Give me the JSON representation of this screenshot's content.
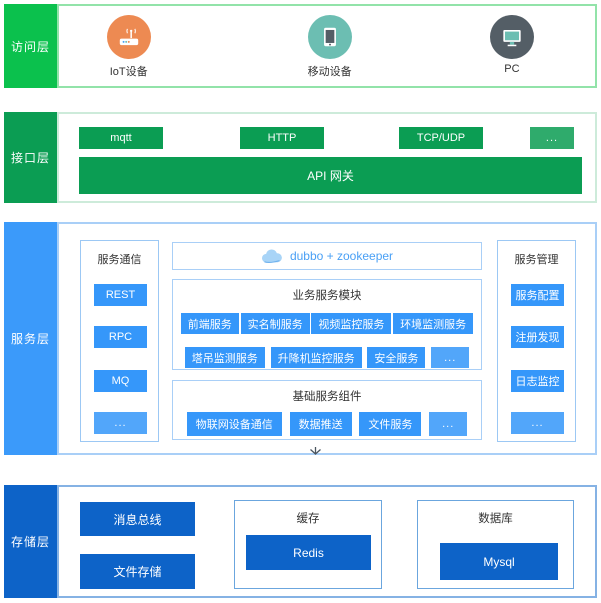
{
  "access": {
    "label": "访问层",
    "devices": [
      {
        "name": "IoT设备"
      },
      {
        "name": "移动设备"
      },
      {
        "name": "PC"
      }
    ]
  },
  "interface": {
    "label": "接口层",
    "protocols": [
      "mqtt",
      "HTTP",
      "TCP/UDP",
      "..."
    ],
    "gateway": "API 网关"
  },
  "service": {
    "label": "服务层",
    "comm": {
      "title": "服务通信",
      "items": [
        "REST",
        "RPC",
        "MQ",
        "..."
      ]
    },
    "registry": "dubbo + zookeeper",
    "business": {
      "title": "业务服务模块",
      "rows": [
        [
          "前端服务",
          "实名制服务",
          "视频监控服务",
          "环境监测服务"
        ],
        [
          "塔吊监测服务",
          "升降机监控服务",
          "安全服务",
          "..."
        ]
      ]
    },
    "basic": {
      "title": "基础服务组件",
      "items": [
        "物联网设备通信",
        "数据推送",
        "文件服务",
        "..."
      ]
    },
    "mgmt": {
      "title": "服务管理",
      "items": [
        "服务配置",
        "注册发现",
        "日志监控",
        "..."
      ]
    }
  },
  "storage": {
    "label": "存储层",
    "standalone": [
      "消息总线",
      "文件存储"
    ],
    "cache": {
      "title": "缓存",
      "item": "Redis"
    },
    "database": {
      "title": "数据库",
      "item": "Mysql"
    }
  },
  "colors": {
    "access_green": "#0BC14D",
    "interface_green": "#0B9D53",
    "service_blue": "#3B9AFA",
    "service_btn_blue": "#3597FA",
    "storage_blue": "#0D63C8",
    "registry_text_blue": "#4AA0F5",
    "icon_orange": "#ED8A52",
    "icon_teal": "#6CBEB2",
    "icon_slate": "#545E66"
  }
}
